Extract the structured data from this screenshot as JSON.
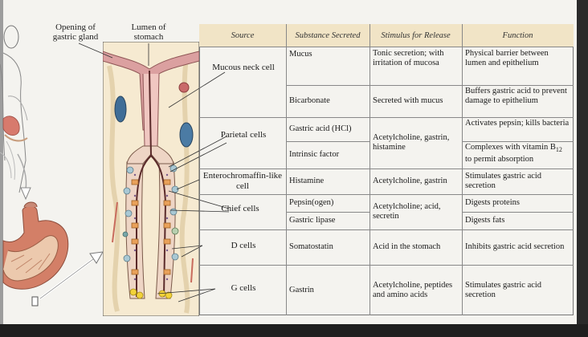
{
  "labels": {
    "opening": "Opening of gastric gland",
    "lumen": "Lumen of stomach"
  },
  "headers": [
    "Source",
    "Substance Secreted",
    "Stimulus for Release",
    "Function"
  ],
  "sources": {
    "mucous": "Mucous neck cell",
    "parietal": "Parietal cells",
    "entero": "Enterochromaffin-like cell",
    "chief": "Chief cells",
    "d": "D cells",
    "g": "G cells"
  },
  "rows": [
    {
      "substance": "Mucus",
      "stimulus": "Tonic secretion; with irritation of mucosa",
      "function": "Physical barrier between lumen and epithelium"
    },
    {
      "substance": "Bicarbonate",
      "stimulus": "Secreted with mucus",
      "function": "Buffers gastric acid to prevent damage to epithelium"
    },
    {
      "substance": "Gastric acid (HCl)",
      "function": "Activates pepsin; kills bacteria"
    },
    {
      "substance": "Intrinsic factor",
      "function_pre": "Complexes with vitamin B",
      "function_sub": "12",
      "function_post": " to permit absorption"
    },
    {
      "substance": "Histamine",
      "stimulus": "Acetylcholine, gastrin",
      "function": "Stimulates gastric acid secretion"
    },
    {
      "substance": "Pepsin(ogen)",
      "function": "Digests proteins"
    },
    {
      "substance": "Gastric lipase",
      "function": "Digests fats"
    },
    {
      "substance": "Somatostatin",
      "stimulus": "Acid in the stomach",
      "function": "Inhibits gastric acid secretion"
    },
    {
      "substance": "Gastrin",
      "stimulus": "Acetylcholine, peptides and amino acids",
      "function": "Stimulates gastric acid secretion"
    }
  ],
  "merged": {
    "parietal_stimulus": "Acetylcholine, gastrin, histamine",
    "chief_stimulus": "Acetylcholine; acid, secretin"
  },
  "colors": {
    "header_bg": "#f1e4c6",
    "gland_pink": "#d98f8f",
    "parietal_blue": "#a9c8d4",
    "chief_orange": "#e9a15a",
    "g_cell_yellow": "#f2d23a",
    "tissue_bg": "#f6ead1"
  }
}
